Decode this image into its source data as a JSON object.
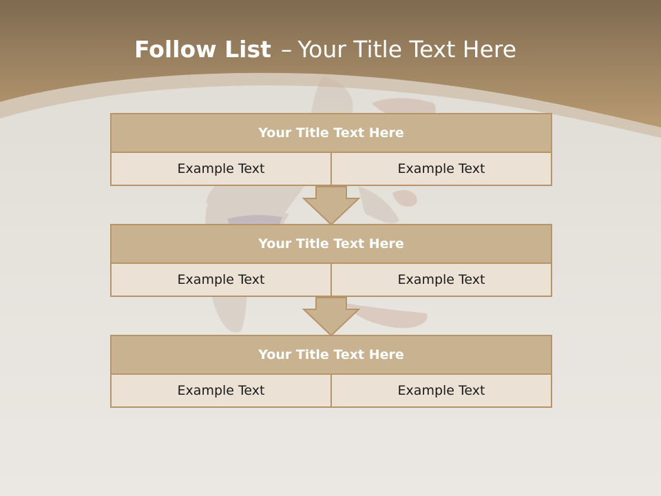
{
  "slide": {
    "title_bold": "Follow List",
    "title_separator": "–",
    "title_rest": "Your Title Text Here"
  },
  "steps": [
    {
      "title": "Your Title Text Here",
      "left": "Example Text",
      "right": "Example Text"
    },
    {
      "title": "Your Title Text Here",
      "left": "Example Text",
      "right": "Example Text"
    },
    {
      "title": "Your Title Text Here",
      "left": "Example Text",
      "right": "Example Text"
    }
  ],
  "colors": {
    "header_top": "#7f6a50",
    "header_bottom": "#b99b72",
    "block_header": "#c9b28f",
    "block_cell": "#ebe1d5",
    "block_border": "#b49468"
  }
}
